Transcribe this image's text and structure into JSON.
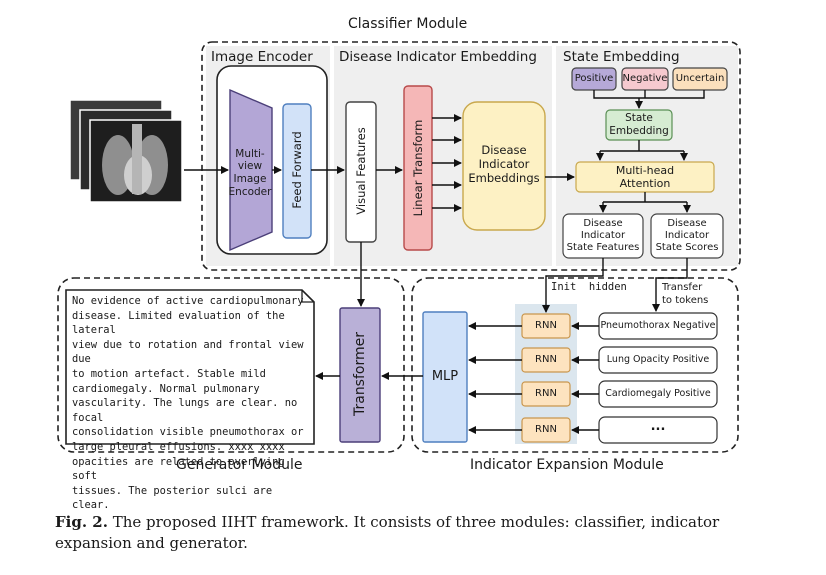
{
  "modules": {
    "classifier": "Classifier Module",
    "generator": "Generator Module",
    "expansion": "Indicator Expansion Module"
  },
  "sections": {
    "image_encoder": "Image Encoder",
    "disease_indicator_embedding": "Disease Indicator Embedding",
    "state_embedding": "State Embedding"
  },
  "blocks": {
    "multiview_encoder": [
      "Multi-",
      "view",
      "Image",
      "Encoder"
    ],
    "feed_forward": "Feed Forward",
    "visual_features": "Visual Features",
    "linear_transform": "Linear Transform",
    "disease_indicator_embeddings": [
      "Disease",
      "Indicator",
      "Embeddings"
    ],
    "state_embedding_box": [
      "State",
      "Embedding"
    ],
    "multi_head_attention": [
      "Multi-head",
      "Attention"
    ],
    "state_features": [
      "Disease",
      "Indicator",
      "State Features"
    ],
    "state_scores": [
      "Disease",
      "Indicator",
      "State Scores"
    ],
    "transformer": "Transformer",
    "mlp": "MLP",
    "rnn": [
      "RNN",
      "RNN",
      "RNN",
      "RNN"
    ]
  },
  "states": {
    "positive": "Positive",
    "negative": "Negative",
    "uncertain": "Uncertain"
  },
  "arrows": {
    "init_hidden": "Init  hidden",
    "transfer": [
      "Transfer",
      "to tokens"
    ]
  },
  "tokens": [
    "Pneumothorax Negative",
    "Lung Opacity Positive",
    "Cardiomegaly Positive",
    "..."
  ],
  "report": "No evidence of active cardiopulmonary\ndisease. Limited evaluation of the lateral\nview due to rotation and frontal view due\nto motion artefact. Stable mild\ncardiomegaly. Normal pulmonary\nvascularity. The lungs are clear. no focal\nconsolidation visible pneumothorax or\nlarge pleural effusions. xxxx xxxx\nopacities are related to overlying soft\ntissues. The posterior sulci are clear.",
  "caption": {
    "label": "Fig. 2.",
    "text": " The proposed IIHT framework. It consists of three modules: classifier, indicator expansion and generator."
  },
  "colors": {
    "encoder_purple": "#b3a6d6",
    "feed_forward_blue": "#d2e2f8",
    "linear_red": "#f5b7b7",
    "embedding_yellow": "#fdf1c4",
    "state_green": "#d6ecd2",
    "positive": "#b6a9d8",
    "negative": "#f6c9cf",
    "uncertain": "#fbe0bd",
    "panel_gray": "#efefef",
    "mlp_blue": "#d1e2f9",
    "rnn_orange": "#fde3bf",
    "rnn_column": "#dbe6ee",
    "transformer_purple": "#b9b0d7"
  }
}
